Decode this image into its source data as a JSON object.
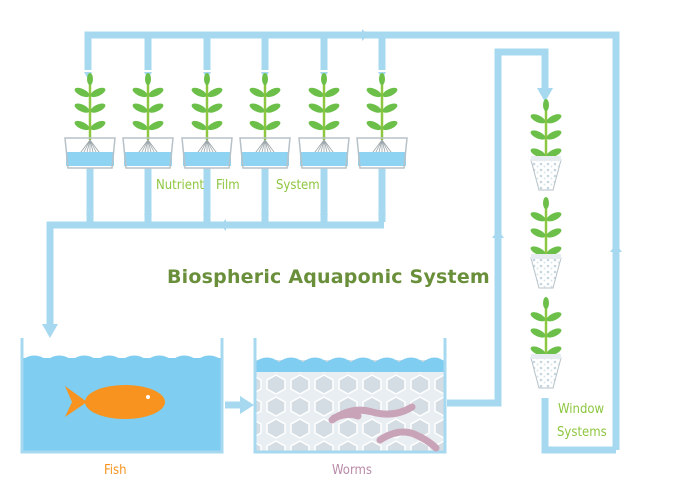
{
  "diagram": {
    "title": "Biospheric Aquaponic System",
    "nft_words": [
      "Nutrient",
      "Film",
      "System"
    ],
    "fish_label": "Fish",
    "worms_label": "Worms",
    "window_label_lines": [
      "Window",
      "Systems"
    ],
    "colors": {
      "pipe": "#a6d8f0",
      "water": "#7fcdf0",
      "tank_wall": "#a6d8f0",
      "fish": "#f7931e",
      "worm": "#c9a3b8",
      "plant": "#6cc04a",
      "stem": "#8dc63f",
      "label_green": "#8dc63f",
      "title_green": "#6a8f3a",
      "fish_label": "#f7931e",
      "worms_label": "#b88aa8"
    },
    "icons": [
      "plant-icon",
      "fish-icon",
      "worm-icon",
      "flow-arrow-icon"
    ]
  }
}
